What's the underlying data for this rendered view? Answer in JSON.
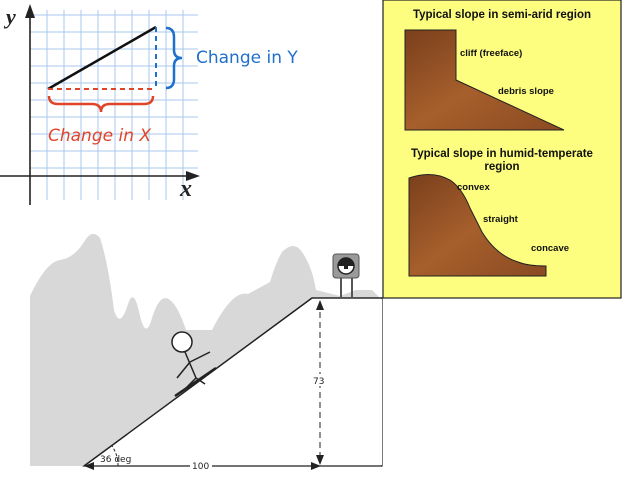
{
  "slope_graph": {
    "y_axis_label": "y",
    "x_axis_label": "x",
    "change_in_y": "Change in Y",
    "change_in_x": "Change in X"
  },
  "slope_panel": {
    "semi_arid_title": "Typical slope in semi-arid region",
    "cliff_label": "cliff (freeface)",
    "debris_label": "debris slope",
    "humid_title_line1": "Typical slope in humid-temperate",
    "humid_title_line2": "region",
    "convex_label": "convex",
    "straight_label": "straight",
    "concave_label": "concave"
  },
  "hill_comic": {
    "angle_label": "36 deg",
    "height_label": "73",
    "base_label": "100"
  },
  "colors": {
    "panel_bg": "#fdfd80",
    "earth": "#9b5528",
    "grid": "#a9c8ec",
    "change_y": "#1f6fcc",
    "change_x": "#e0452a",
    "mountain": "#d8d8d8"
  }
}
